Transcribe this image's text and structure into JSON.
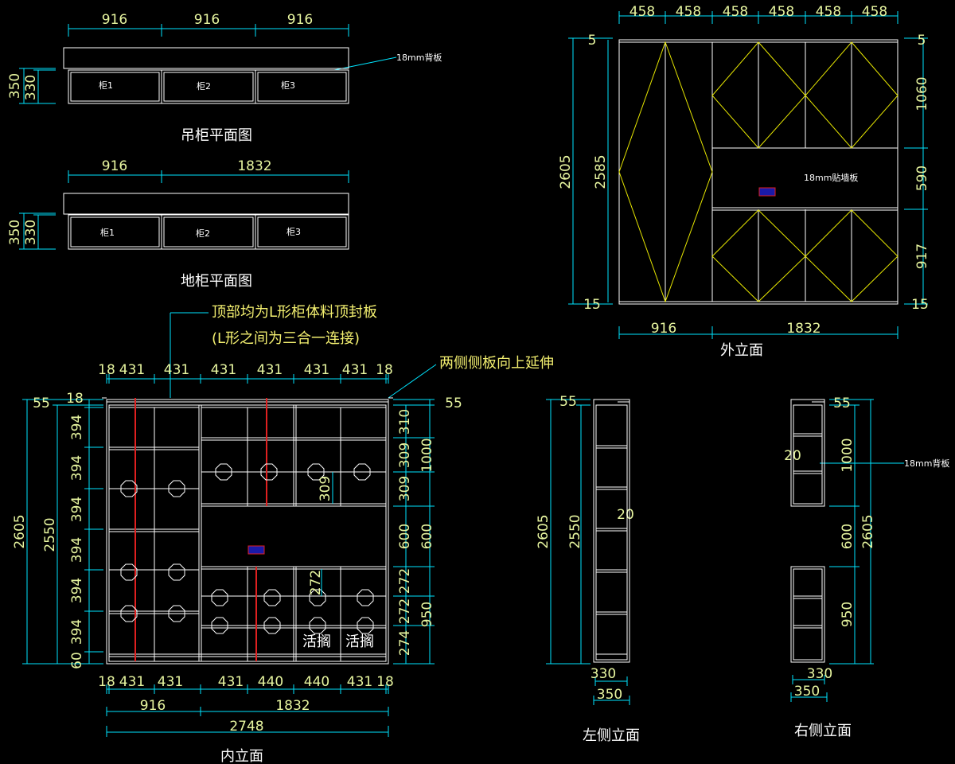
{
  "colors": {
    "background": "#000000",
    "outline": "#ffffff",
    "dimension_line": "#00e5ff",
    "dimension_text": "#e8f6a0",
    "diagonal": "#e6e600",
    "shelf_pin": "#e02020",
    "leader": "#00e5ff"
  },
  "hanging_plan": {
    "title": "吊柜平面图",
    "top_dims": [
      "916",
      "916",
      "916"
    ],
    "side_dims": [
      "350",
      "330"
    ],
    "cabinets": [
      "柜1",
      "柜2",
      "柜3"
    ],
    "back_panel_note": "18mm背板"
  },
  "floor_plan": {
    "title": "地柜平面图",
    "top_dims": [
      "916",
      "1832"
    ],
    "side_dims": [
      "350",
      "330"
    ],
    "cabinets": [
      "柜1",
      "柜2",
      "柜3"
    ]
  },
  "outer_elevation": {
    "title": "外立面",
    "top_dims": [
      "458",
      "458",
      "458",
      "458",
      "458",
      "458"
    ],
    "bottom_dims": [
      "916",
      "1832"
    ],
    "left_dims": [
      "5",
      "2605",
      "2585",
      "15"
    ],
    "right_dims": [
      "5",
      "1060",
      "590",
      "917",
      "15"
    ],
    "wall_panel_note": "18mm贴墙板"
  },
  "inner_elevation": {
    "title": "内立面",
    "note_top_line1": "顶部均为L形柜体料顶封板",
    "note_top_line2": "(L形之间为三合一连接)",
    "note_side": "两侧侧板向上延伸",
    "top_dims": [
      "18",
      "431",
      "431",
      "431",
      "431",
      "431",
      "431",
      "18"
    ],
    "bottom_dims": [
      "18",
      "431",
      "431",
      "431",
      "440",
      "440",
      "431",
      "18"
    ],
    "sum_dims": [
      "916",
      "1832"
    ],
    "total_dim": "2748",
    "left_dims": [
      "2605",
      "2550",
      "55",
      "18",
      "394",
      "394",
      "394",
      "394",
      "394",
      "394",
      "60"
    ],
    "right_dims": [
      "55",
      "310",
      "309",
      "309",
      "1000",
      "600",
      "600",
      "272",
      "272",
      "274",
      "950"
    ],
    "inner_dims": [
      "309",
      "272"
    ],
    "movable_shelf": "活搁"
  },
  "left_side_elevation": {
    "title": "左侧立面",
    "dims": [
      "55",
      "2605",
      "2550",
      "20",
      "330",
      "350"
    ]
  },
  "right_side_elevation": {
    "title": "右侧立面",
    "dims": [
      "55",
      "20",
      "1000",
      "600",
      "2605",
      "950",
      "330",
      "350"
    ],
    "back_panel_note": "18mm背板"
  }
}
